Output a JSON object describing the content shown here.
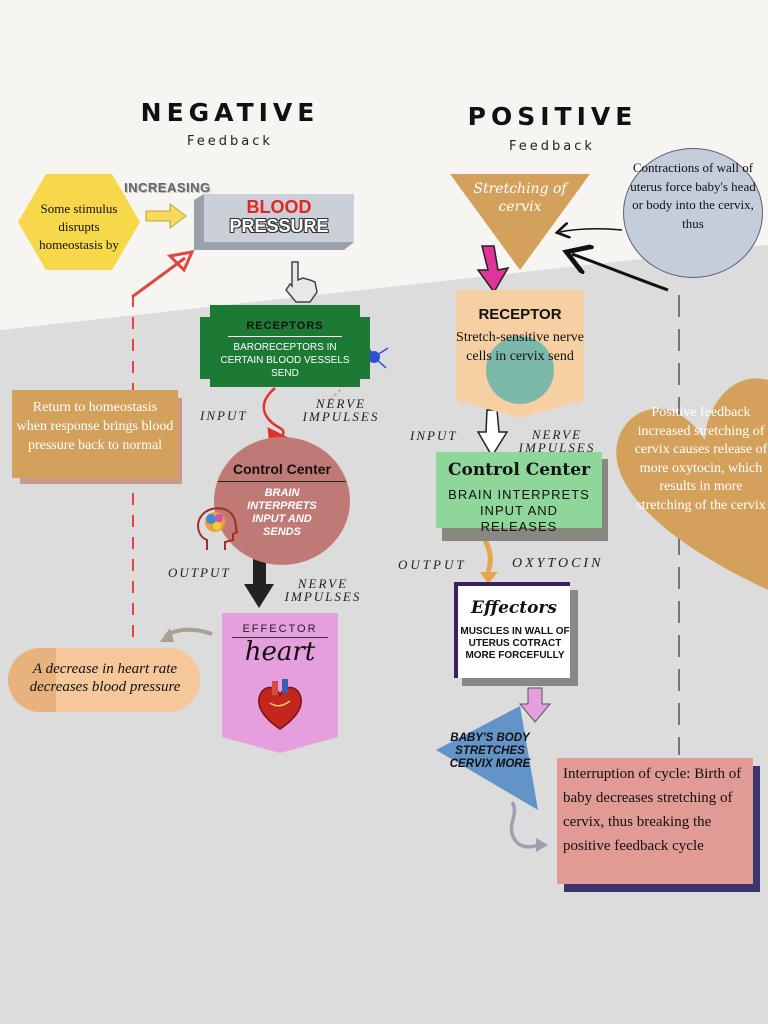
{
  "negative": {
    "title": "NEGATIVE",
    "subtitle": "Feedback",
    "stimulus": "Some stimulus disrupts homeostasis by",
    "increasing": "INCREASING",
    "bp_line1": "BLOOD",
    "bp_line2": "PRESSURE",
    "receptors_title": "RECEPTORS",
    "receptors_body": "BARORECEPTORS IN CERTAIN BLOOD VESSELS SEND",
    "input": "INPUT",
    "nerve_impulses_1": "NERVE IMPULSES",
    "control_title": "Control Center",
    "control_body": "BRAIN INTERPRETS INPUT AND SENDS",
    "output": "OUTPUT",
    "nerve_impulses_2": "NERVE IMPULSES",
    "effector_title": "EFFECTOR",
    "effector_name": "heart",
    "response": "A decrease in heart rate decreases blood pressure",
    "return": "Return to homeostasis when response brings blood pressure back to normal"
  },
  "positive": {
    "title": "POSITIVE",
    "subtitle": "Feedback",
    "stretching": "Stretching of cervix",
    "contractions": "Contractions of wall of uterus force baby's head or body into the cervix, thus",
    "receptor_title": "RECEPTOR",
    "receptor_body": "Stretch-sensitive nerve cells in cervix send",
    "input": "INPUT",
    "nerve_impulses": "NERVE IMPULSES",
    "control_title": "Control Center",
    "control_body": "BRAIN INTERPRETS INPUT AND RELEASES",
    "output": "OUTPUT",
    "oxytocin": "OXYTOCIN",
    "effectors_title": "Effectors",
    "effectors_body": "MUSCLES IN WALL OF UTERUS COTRACT MORE FORCEFULLY",
    "baby": "BABY'S BODY STRETCHES CERVIX MORE",
    "heart_text": "Positive feedback increased stretching of cervix causes release of more oxytocin, which results in more stretching of the cervix",
    "interruption": "Interruption of cycle: Birth of baby decreases stretching of cervix, thus breaking the positive feedback cycle"
  },
  "colors": {
    "background": "#f6f5f1",
    "gray_area": "#dcdcdc",
    "yellow": "#f7d84a",
    "green_dark": "#1d7a35",
    "green_light": "#8fd69a",
    "mauve": "#c07a76",
    "pink": "#e59fde",
    "peach": "#f6cfa3",
    "teal": "#7bb8aa",
    "mustard": "#d4a15d",
    "light_blue_gray": "#c5cdda",
    "rose": "#e29a95",
    "navy": "#3a3470",
    "blue_triangle": "#6394c8"
  }
}
